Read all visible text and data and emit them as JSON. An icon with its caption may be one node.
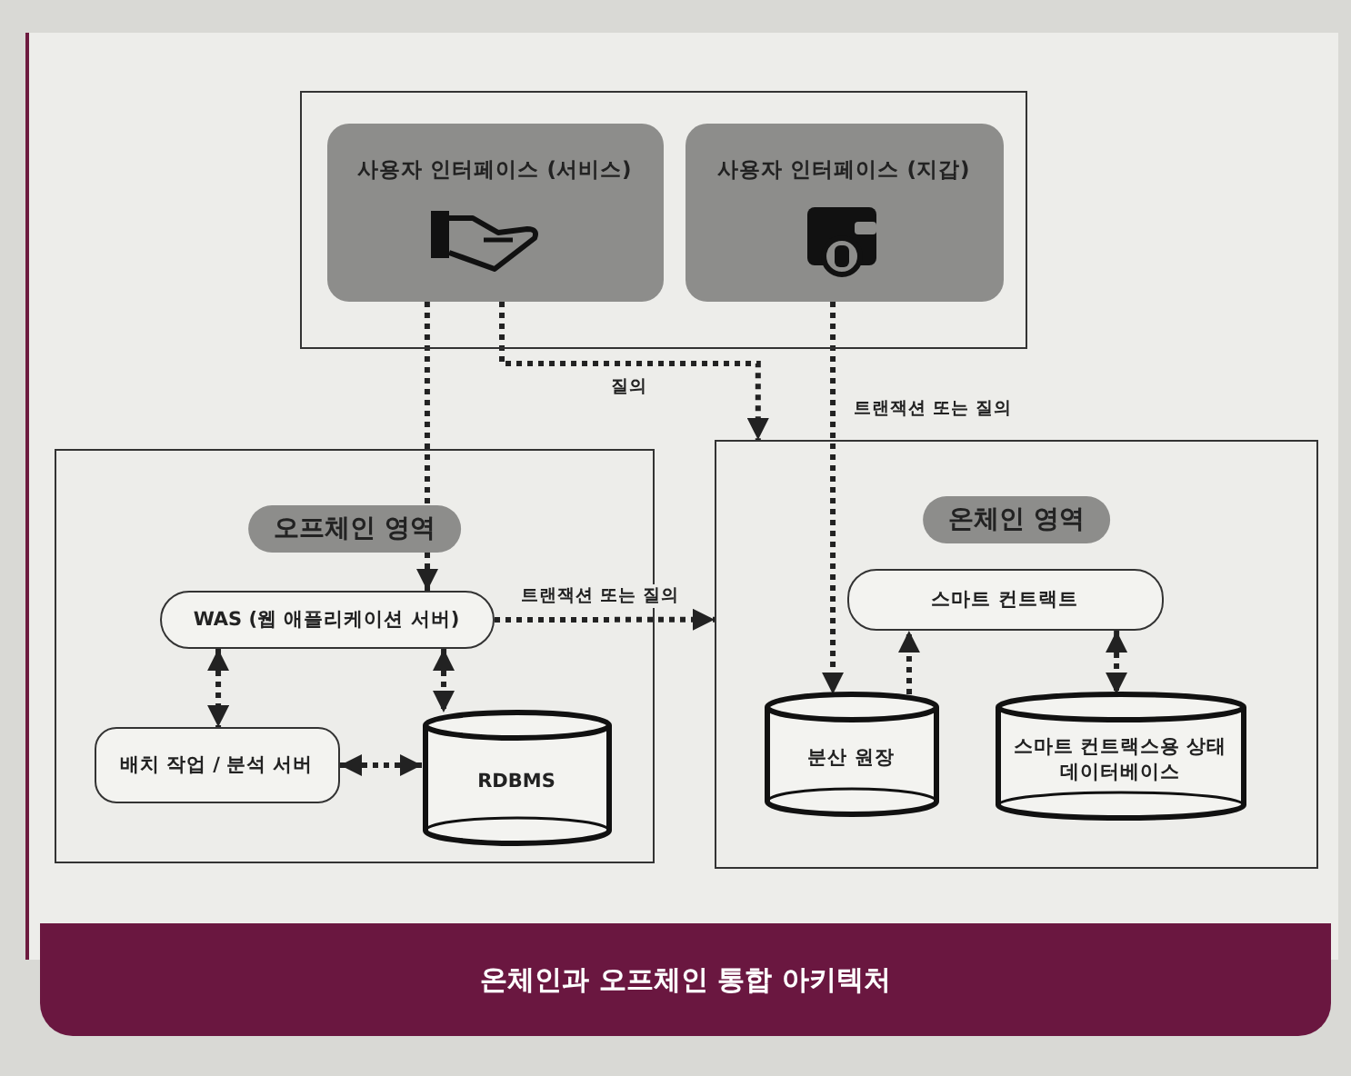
{
  "diagram": {
    "caption": "온체인과 오프체인 통합 아키텍처",
    "nodes": [
      {
        "text": [],
        "shape": "box"
      },
      {
        "text": [
          "사용자 인터페이스 (서비스)"
        ],
        "in": 0
      },
      {
        "text": [
          "사용자 인터페이스 (지갑)"
        ],
        "in": 0
      },
      {
        "text": [
          "오프체인 영역"
        ]
      },
      {
        "text": [
          "WAS (웹 애플리케이션 서버)"
        ],
        "in": 3
      },
      {
        "text": [
          "배치 작업 / 분석 서버"
        ],
        "in": 3
      },
      {
        "text": [
          "RDBMS"
        ],
        "in": 3
      },
      {
        "text": [
          "온체인 영역"
        ]
      },
      {
        "text": [
          "스마트 컨트랙트"
        ],
        "in": 7
      },
      {
        "text": [
          "분산 원장"
        ],
        "in": 7
      },
      {
        "text": [
          "스마트 컨트랙스용 상태 데이터베이스"
        ],
        "in": 7
      }
    ],
    "edges": [
      {
        "from": 1,
        "to": 4,
        "arrow": "to"
      },
      {
        "from": 1,
        "to": 7,
        "arrow": "to",
        "label": "질의"
      },
      {
        "from": 2,
        "to": 9,
        "arrow": "to",
        "label": "트랜잭션 또는 질의"
      },
      {
        "from": 4,
        "to": 7,
        "arrow": "to",
        "label": "트랜잭션 또는 질의"
      },
      {
        "from": 4,
        "to": 5,
        "arrow": "both"
      },
      {
        "from": 4,
        "to": 6,
        "arrow": "both"
      },
      {
        "from": 5,
        "to": 6,
        "arrow": "both"
      },
      {
        "from": 9,
        "to": 8,
        "arrow": "to"
      },
      {
        "from": 8,
        "to": 10,
        "arrow": "both"
      }
    ]
  }
}
